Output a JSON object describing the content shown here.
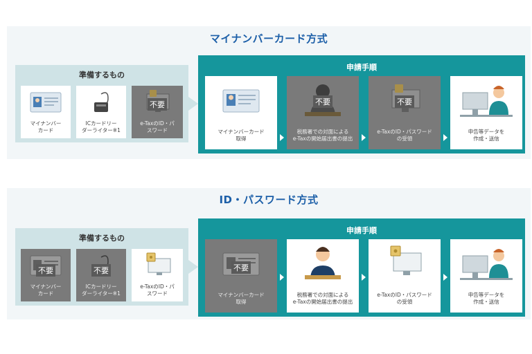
{
  "myna": {
    "title": "マイナンバーカード方式",
    "prep_title": "準備するもの",
    "prep_items": [
      {
        "label": "マイナンバー\nカード",
        "required": true
      },
      {
        "label": "ICカードリー\nダーライター※1",
        "required": true
      },
      {
        "label": "e-TaxのID・パ\nスワード",
        "required": false,
        "badge": "不要"
      }
    ],
    "apply_title": "申請手順",
    "steps": [
      {
        "label": "マイナンバーカード\n取得",
        "required": true
      },
      {
        "label": "税務署での対面による\ne-Taxの開始届出書の提出",
        "required": false,
        "badge": "不要"
      },
      {
        "label": "e-TaxのID・パスワード\nの受領",
        "required": false,
        "badge": "不要"
      },
      {
        "label": "申告等データを\n作成・送信",
        "required": true
      }
    ]
  },
  "idpw": {
    "title": "ID・パスワード方式",
    "prep_title": "準備するもの",
    "prep_items": [
      {
        "label": "マイナンバー\nカード",
        "required": false,
        "badge": "不要"
      },
      {
        "label": "ICカードリー\nダーライター※1",
        "required": false,
        "badge": "不要"
      },
      {
        "label": "e-TaxのID・パ\nスワード",
        "required": true
      }
    ],
    "apply_title": "申請手順",
    "steps": [
      {
        "label": "マイナンバーカード\n取得",
        "required": false,
        "badge": "不要"
      },
      {
        "label": "税務署での対面による\ne-Taxの開始届出書の提出",
        "required": true
      },
      {
        "label": "e-TaxのID・パスワード\nの受領",
        "required": true
      },
      {
        "label": "申告等データを\n作成・送信",
        "required": true
      }
    ]
  },
  "colors": {
    "accent": "#15969c",
    "title": "#1c5fa8",
    "prep_bg": "#cfe3e6",
    "disabled": "#7a7a7a"
  },
  "icons": [
    "id-card-icon",
    "card-reader-icon",
    "computer-lock-icon",
    "person-desk-icon",
    "person-computer-icon"
  ]
}
